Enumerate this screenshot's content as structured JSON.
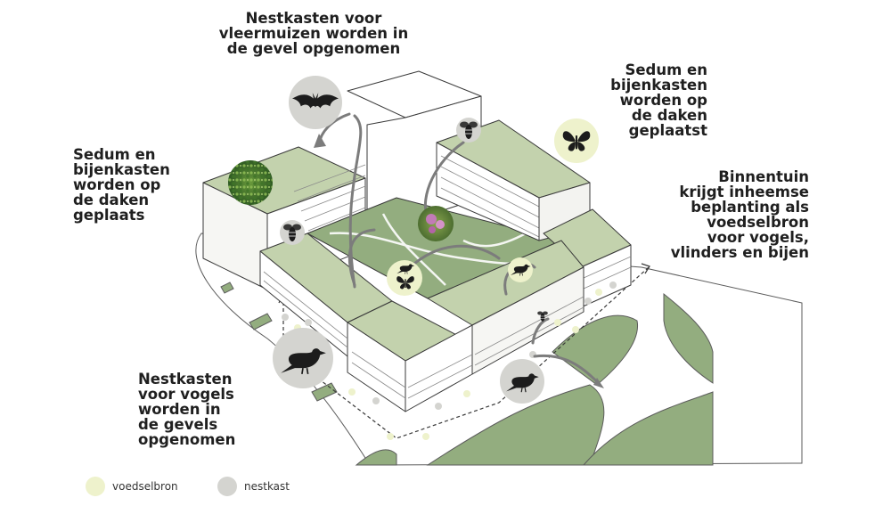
{
  "annotations": {
    "bats": [
      "Nestkasten voor",
      "vleermuizen worden in",
      "de gevel opgenomen"
    ],
    "sedum_right": [
      "Sedum en",
      "bijenkasten",
      "worden op",
      "de daken",
      "geplaatst"
    ],
    "sedum_left": [
      "Sedum en",
      "bijenkasten",
      "worden op",
      "de daken",
      "geplaats"
    ],
    "courtyard": [
      "Binnentuin",
      "krijgt inheemse",
      "beplanting als",
      "voedselbron",
      "voor vogels,",
      "vlinders en bijen"
    ],
    "birds": [
      "Nestkasten",
      "voor vogels",
      "worden in",
      "de gevels",
      "opgenomen"
    ]
  },
  "legend": [
    {
      "label": "voedselbron",
      "color": "#eef2cc"
    },
    {
      "label": "nestkast",
      "color": "#d4d4d0"
    }
  ],
  "colors": {
    "roof_green": "#c3d2ad",
    "landscape_green": "#93ad7f",
    "food_circle": "#eef2cc",
    "nest_circle": "#d4d4d0",
    "outline": "#3a3a3a"
  },
  "icons": [
    "bat-icon",
    "bee-icon",
    "butterfly-icon",
    "bird-icon",
    "sedum-photo",
    "flower-photo"
  ]
}
